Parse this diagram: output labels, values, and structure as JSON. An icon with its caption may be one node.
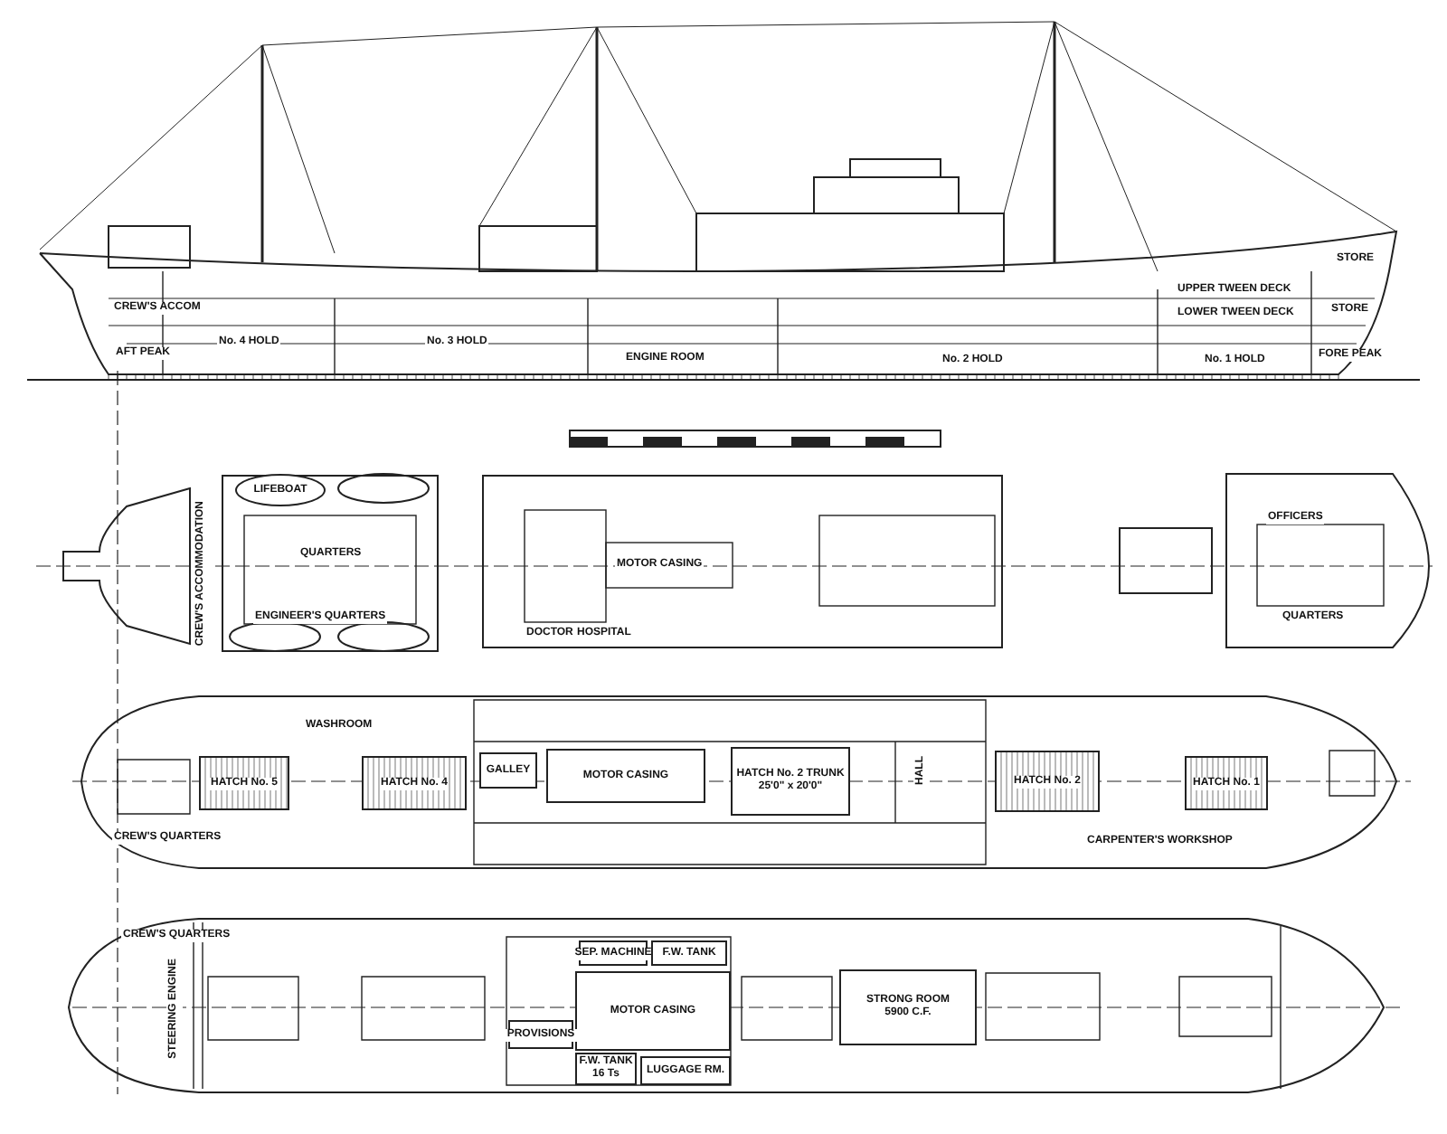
{
  "diagram": {
    "nodes": [
      {
        "text": [
          "LIFEBOAT"
        ]
      },
      {
        "text": [
          "HATCH No. 5"
        ]
      },
      {
        "text": [
          "HATCH No. 4"
        ]
      },
      {
        "text": [
          "GALLEY"
        ]
      },
      {
        "text": [
          "MOTOR CASING"
        ]
      },
      {
        "text": [
          "HATCH No. 2 TRUNK",
          "25'0\" x 20'0\""
        ]
      },
      {
        "text": [
          "HATCH No. 2"
        ]
      },
      {
        "text": [
          "HATCH No. 1"
        ]
      },
      {
        "text": [
          "SEP. MACHINE"
        ]
      },
      {
        "text": [
          "F.W. TANK"
        ]
      },
      {
        "text": [
          "MOTOR CASING"
        ]
      },
      {
        "text": [
          "PROVISIONS"
        ]
      },
      {
        "text": [
          "F.W. TANK",
          "16 Ts"
        ]
      },
      {
        "text": [
          "LUGGAGE RM."
        ]
      },
      {
        "text": [
          "STRONG ROOM",
          "5900 C.F."
        ]
      }
    ],
    "labels": [
      "CREW'S ACCOM",
      "AFT PEAK",
      "No. 4 HOLD",
      "No. 3 HOLD",
      "ENGINE ROOM",
      "UPPER TWEEN DECK",
      "LOWER TWEEN DECK",
      "No. 2 HOLD",
      "No. 1 HOLD",
      "STORE",
      "STORE",
      "FORE PEAK",
      "CREW'S ACCOMMODATION",
      "QUARTERS",
      "ENGINEER'S QUARTERS",
      "MOTOR CASING",
      "DOCTOR",
      "HOSPITAL",
      "OFFICERS",
      "QUARTERS",
      "WASHROOM",
      "CREW'S QUARTERS",
      "HALL",
      "CARPENTER'S WORKSHOP",
      "CREW'S QUARTERS",
      "STEERING ENGINE"
    ]
  }
}
